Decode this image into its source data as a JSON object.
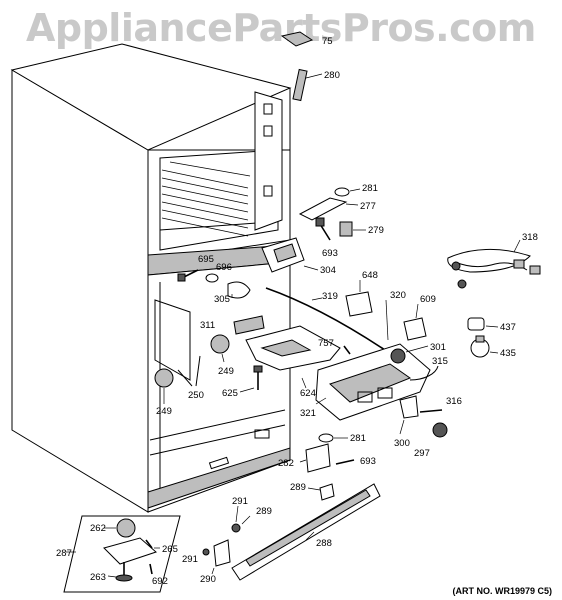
{
  "watermark": "AppliancePartsPros.com",
  "art_number": "(ART NO. WR19979 C5)",
  "callouts": {
    "c75": "75",
    "c280": "280",
    "c281a": "281",
    "c277": "277",
    "c279": "279",
    "c693a": "693",
    "c318": "318",
    "c695": "695",
    "c696": "696",
    "c304": "304",
    "c648": "648",
    "c319": "319",
    "c320": "320",
    "c609": "609",
    "c305": "305",
    "c311": "311",
    "c437": "437",
    "c757": "757",
    "c301": "301",
    "c435": "435",
    "c249a": "249",
    "c315": "315",
    "c624": "624",
    "c625": "625",
    "c250": "250",
    "c249b": "249",
    "c316": "316",
    "c321": "321",
    "c281b": "281",
    "c300": "300",
    "c297": "297",
    "c282": "282",
    "c693b": "693",
    "c289a": "289",
    "c291a": "291",
    "c289b": "289",
    "c262": "262",
    "c288": "288",
    "c287": "287",
    "c265": "265",
    "c291b": "291",
    "c263": "263",
    "c692": "692",
    "c290": "290"
  }
}
